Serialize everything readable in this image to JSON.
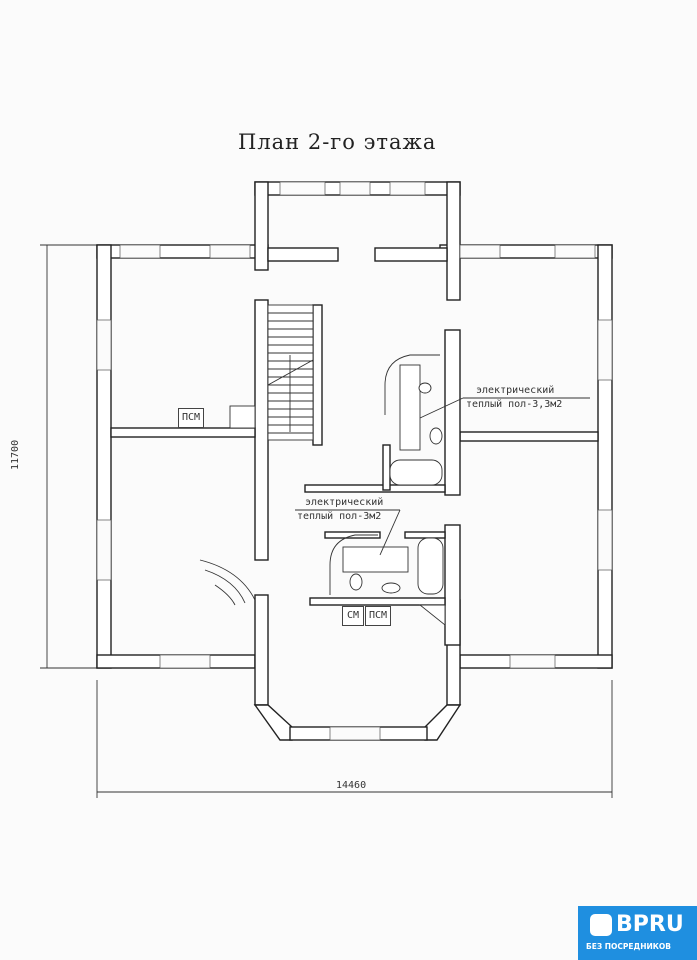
{
  "title": "План 2-го этажа",
  "dimensions": {
    "height": "11700",
    "width": "14460"
  },
  "annotations": {
    "floor1_line1": "электрический",
    "floor1_line2": "теплый пол-3,3м2",
    "floor2_line1": "электрический",
    "floor2_line2": "теплый пол-3м2"
  },
  "fixtures": {
    "psm_left": "ПСМ",
    "sm": "СМ",
    "psm_bottom": "ПСМ"
  },
  "watermark": {
    "brand": "BPRU",
    "tagline": "БЕЗ ПОСРЕДНИКОВ",
    "color": "#1f8fe0"
  }
}
